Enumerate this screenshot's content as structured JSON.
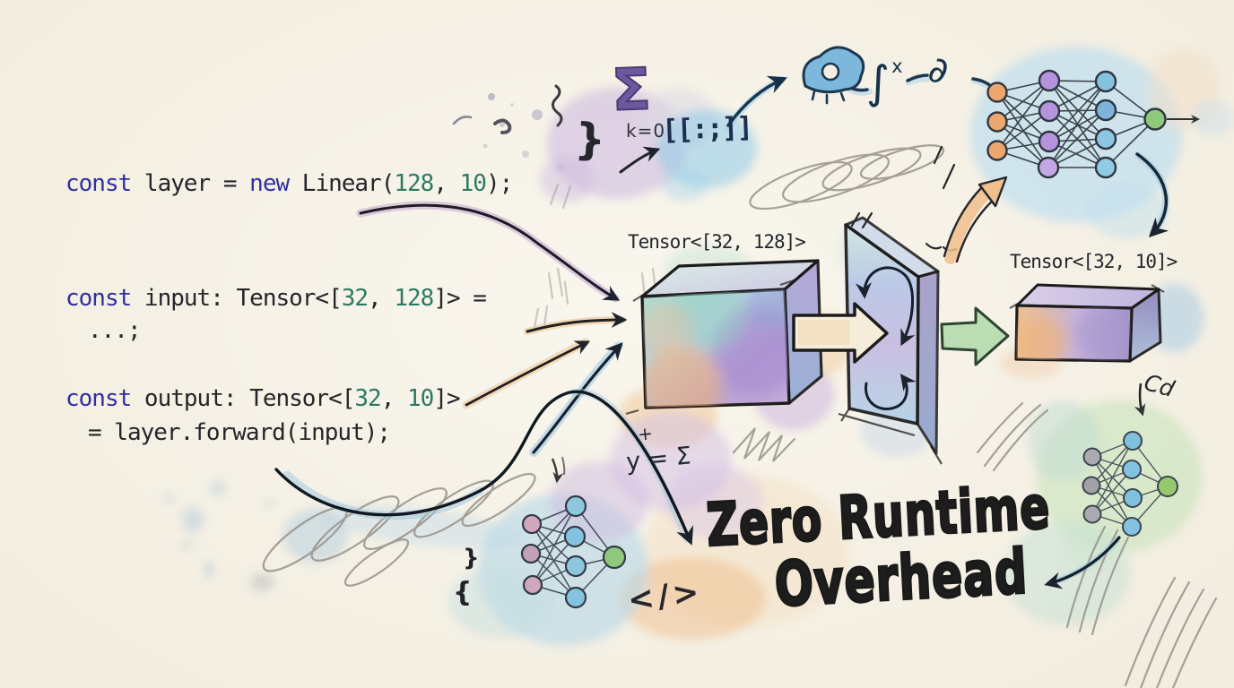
{
  "palette": {
    "paper": "#f7f3e8",
    "ink": "#1d232e",
    "keyword_blue": "#31309f",
    "number_green": "#2c7a63",
    "code_text": "#24262b",
    "sigma_purple": "#6b589e",
    "math_navy": "#16324a",
    "watercolor_purple": "#cbb7e0",
    "watercolor_blue": "#a9d0e6",
    "watercolor_teal": "#9fd4c4",
    "watercolor_orange": "#f0c08c",
    "watercolor_green": "#c8e3bb",
    "node_orange": "#eda66f",
    "node_purple": "#b593dd",
    "node_blue": "#84c3e0",
    "node_green": "#8fc97c",
    "node_gray": "#abaaae",
    "node_pink": "#cfa8bc"
  },
  "code": {
    "layer_line": {
      "tokens": [
        {
          "t": "const"
        },
        {
          "t": " layer = "
        },
        {
          "t": "new"
        },
        {
          "t": " Linear("
        },
        {
          "t": "128"
        },
        {
          "t": ", "
        },
        {
          "t": "10"
        },
        {
          "t": ");"
        }
      ]
    },
    "input_line": {
      "tokens": [
        {
          "t": "const"
        },
        {
          "t": " input: Tensor<["
        },
        {
          "t": "32"
        },
        {
          "t": ", "
        },
        {
          "t": "128"
        },
        {
          "t": "]> ="
        }
      ]
    },
    "input_cont": "...;",
    "output_line": {
      "tokens": [
        {
          "t": "const"
        },
        {
          "t": " output: Tensor<["
        },
        {
          "t": "32"
        },
        {
          "t": ", "
        },
        {
          "t": "10"
        },
        {
          "t": "]>"
        }
      ]
    },
    "output_cont": "= layer.forward(input);"
  },
  "labels": {
    "tensor_input": "Tensor<[32, 128]>",
    "tensor_output": "Tensor<[32, 10]>",
    "headline_line1": "Zero Runtime",
    "headline_line2": "Overhead",
    "sigma": "Σ",
    "sigma_bound": "k=0",
    "slice": "[[:;]]",
    "integral": "∫",
    "integral_sup": "x",
    "partial": "∂",
    "formula": "y = Σ",
    "formula_plus": "+",
    "code_glyph": "</>",
    "annotation_glyph": "Cd",
    "brace_large": "}",
    "brace_small": "}",
    "brace_open": "{"
  },
  "figures": {
    "tensor_cube": {
      "label": "Tensor<[32, 128]>",
      "style": "watercolor cube"
    },
    "transform_panel": {
      "style": "tilted panel with two loop arrows"
    },
    "output_box": {
      "label": "Tensor<[32, 10]>",
      "style": "flat watercolor box"
    },
    "nn_top_right": {
      "layers": [
        3,
        4,
        4,
        1
      ],
      "colors": [
        "#eda66f",
        "#b593dd",
        "#84c3e0",
        "#8fc97c"
      ]
    },
    "nn_bottom_left": {
      "layers": [
        3,
        4,
        1
      ],
      "colors": [
        "#cfa8bc",
        "#84c3e0",
        "#8fc97c"
      ]
    },
    "nn_bottom_right": {
      "layers": [
        3,
        4,
        1
      ],
      "colors": [
        "#abaaae",
        "#84c3e0",
        "#95c96e"
      ]
    }
  }
}
